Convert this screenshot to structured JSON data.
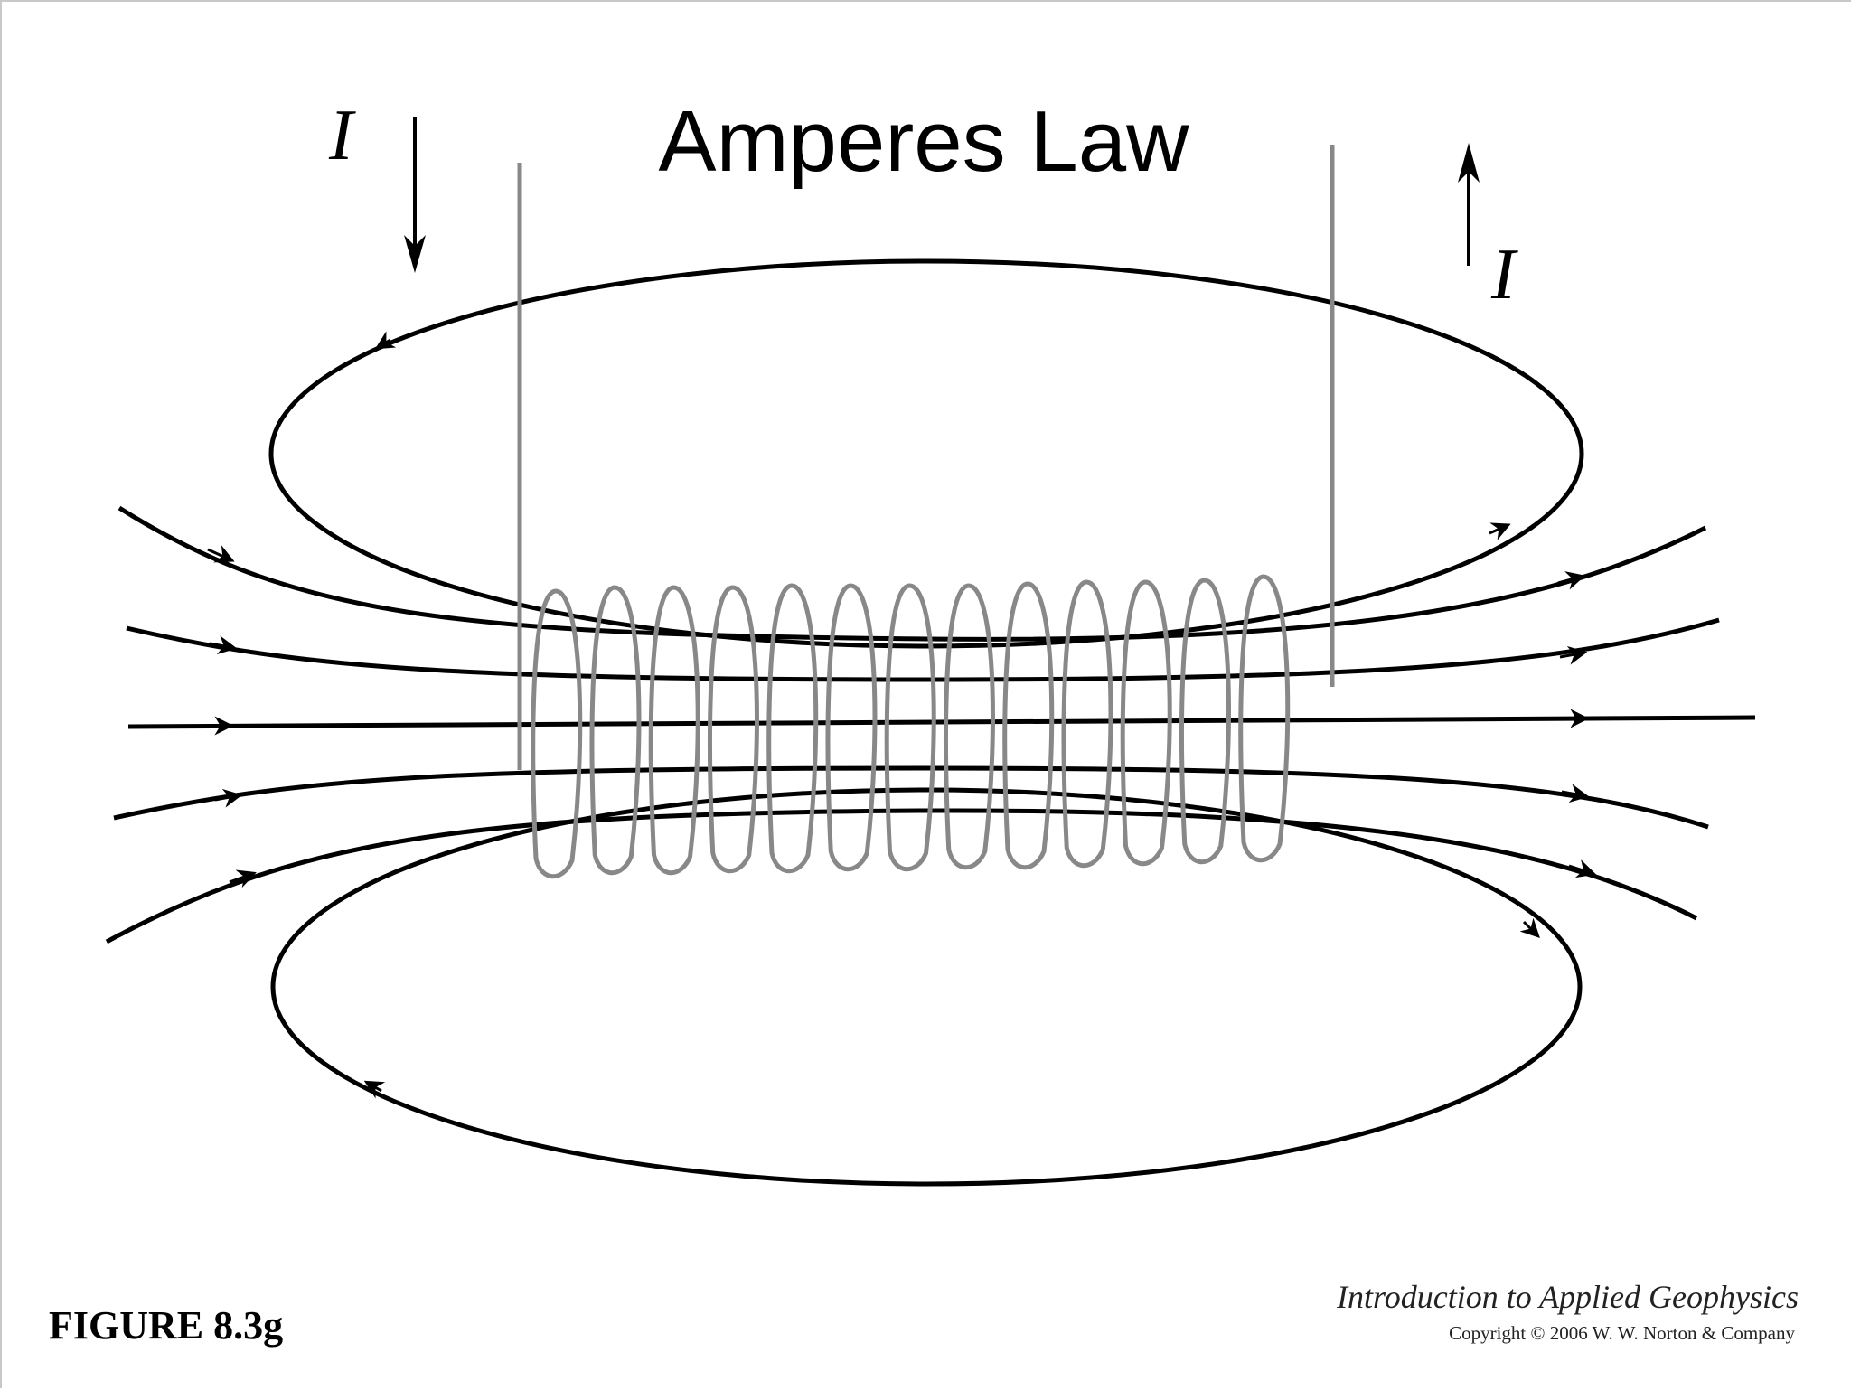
{
  "slide": {
    "title": "Amperes Law",
    "current_label_left": "I",
    "current_label_right": "I",
    "figure_label": "FIGURE 8.3g",
    "book_title": "Introduction to Applied Geophysics",
    "copyright": "Copyright © 2006 W. W. Norton & Company"
  },
  "diagram": {
    "field_line_color": "#000000",
    "coil_color": "#888888",
    "coil_turns": 13,
    "field_lines": [
      "upper-loop",
      "upper-2",
      "upper-1",
      "center",
      "lower-1",
      "lower-2",
      "lower-loop"
    ]
  }
}
